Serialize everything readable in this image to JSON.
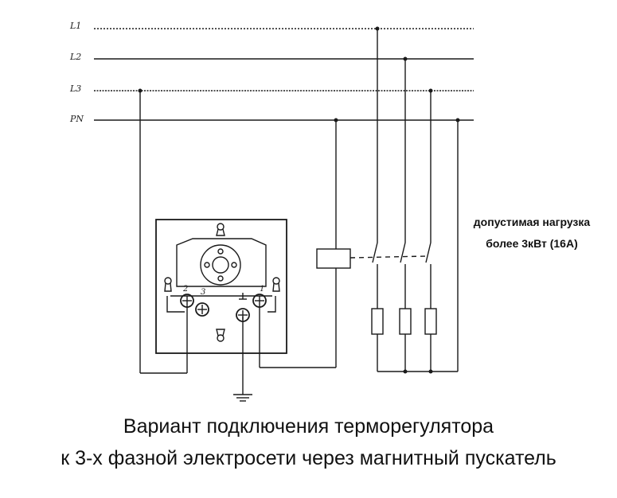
{
  "lines": {
    "l1": "L1",
    "l2": "L2",
    "l3": "L3",
    "pn": "PN"
  },
  "thermostat": {
    "terminals": {
      "t1": "1",
      "t2": "2",
      "t3": "3"
    }
  },
  "load_note": {
    "line1": "допустимая нагрузка",
    "line2": "более 3кВт (16А)"
  },
  "caption": {
    "line1": "Вариант подключения терморегулятора",
    "line2": "к 3-х фазной электросети через магнитный пускатель"
  }
}
